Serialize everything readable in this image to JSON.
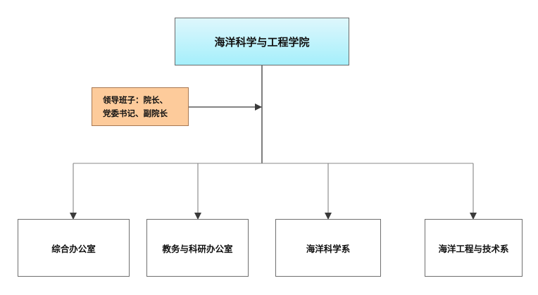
{
  "root": {
    "label": "海洋科学与工程学院"
  },
  "leadership": {
    "line1": "领导班子：院长、",
    "line2": "党委书记、副院长"
  },
  "departments": [
    {
      "label": "综合办公室"
    },
    {
      "label": "教务与科研办公室"
    },
    {
      "label": "海洋科学系"
    },
    {
      "label": "海洋工程与技术系"
    }
  ],
  "colors": {
    "root_fill_top": "#def7fc",
    "root_fill_bottom": "#a5effb",
    "leader_fill": "#fdcb9b",
    "connector": "#3a3a3a"
  }
}
